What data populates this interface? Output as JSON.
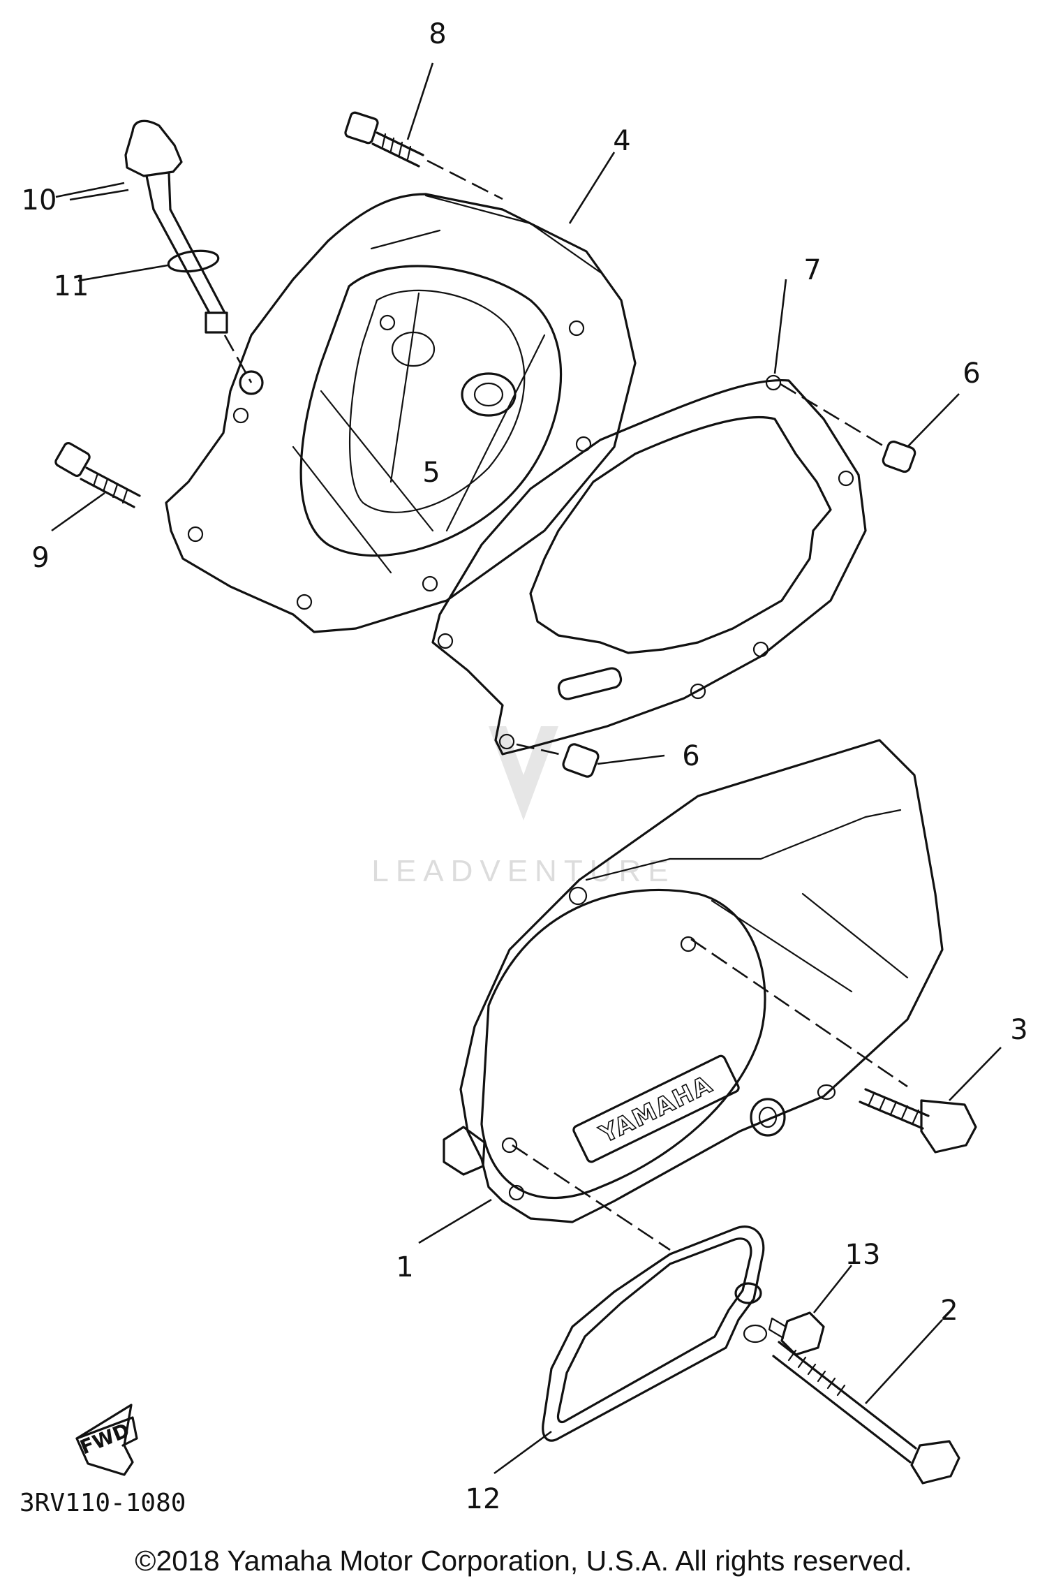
{
  "callouts": {
    "c1": "1",
    "c2": "2",
    "c3": "3",
    "c4": "4",
    "c5": "5",
    "c6a": "6",
    "c6b": "6",
    "c7": "7",
    "c8": "8",
    "c9": "9",
    "c10": "10",
    "c11": "11",
    "c12": "12",
    "c13": "13"
  },
  "cover_logo": "YAMAHA",
  "fwd_label": "FWD",
  "diagram_code": "3RV110-1080",
  "watermark": "LEADVENTURE",
  "copyright": "©2018 Yamaha Motor Corporation, U.S.A. All rights reserved."
}
